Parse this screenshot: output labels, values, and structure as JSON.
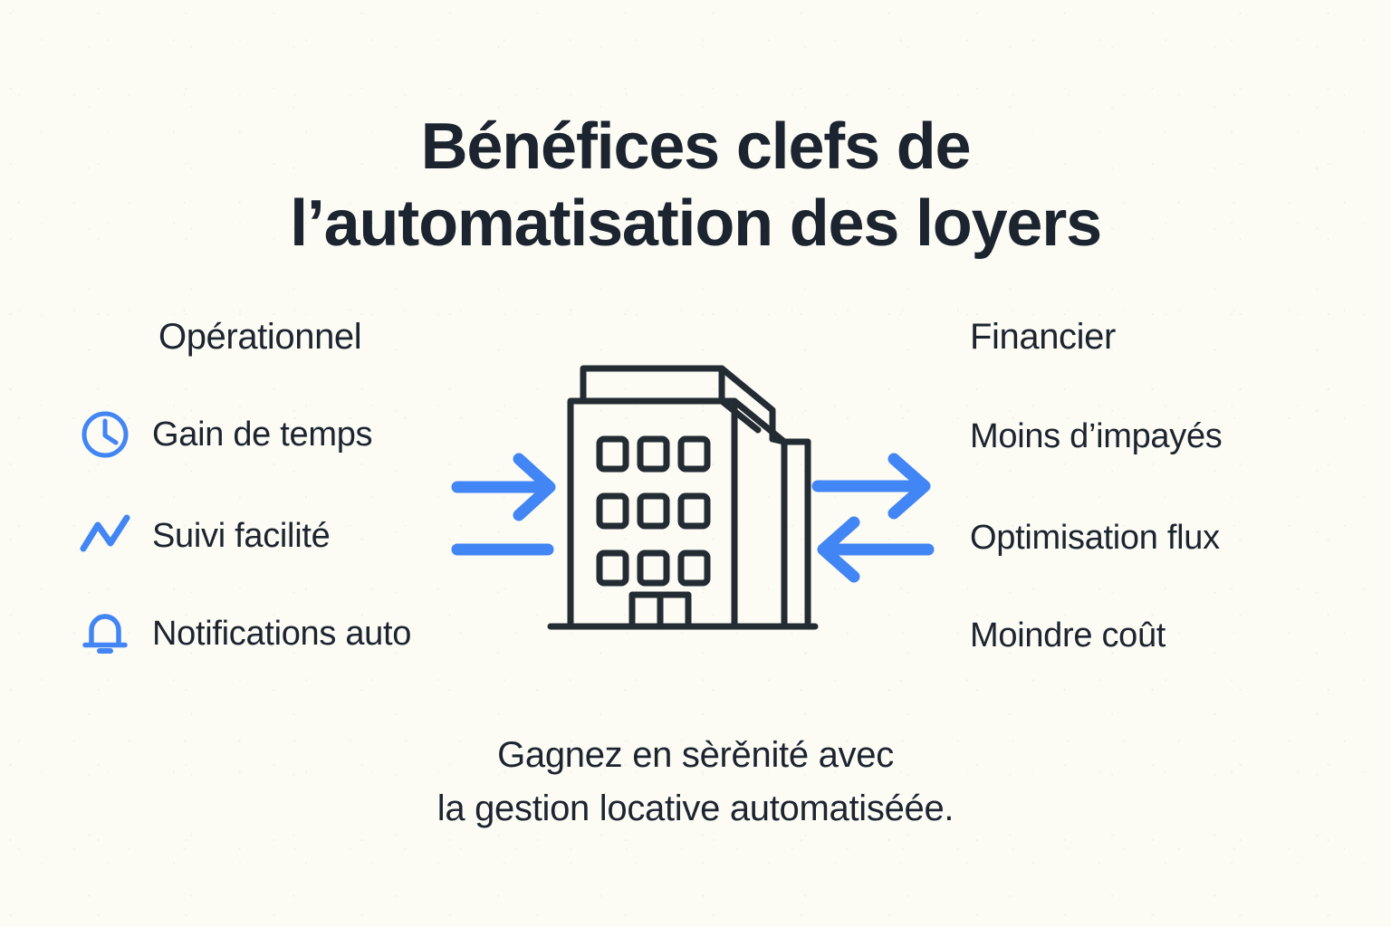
{
  "page": {
    "background_color": "#FCFBF4",
    "text_color": "#1C2430",
    "accent_color": "#4285F4",
    "line_color": "#232B33"
  },
  "title": {
    "line1": "Bénéfices clefs de",
    "line2": "l’automatisation des loyers"
  },
  "columns": {
    "left": {
      "heading": "Opérationnel",
      "items": [
        {
          "label": "Gain de temps",
          "icon": "clock-icon"
        },
        {
          "label": "Suivi facilité",
          "icon": "trend-line-icon"
        },
        {
          "label": "Notifications auto",
          "icon": "bell-icon"
        }
      ]
    },
    "right": {
      "heading": "Financier",
      "items": [
        {
          "label": "Moins d’impayés"
        },
        {
          "label": "Optimisation flux"
        },
        {
          "label": "Moindre coût"
        }
      ]
    }
  },
  "center": {
    "illustration": "apartment-building-icon",
    "arrows_left": [
      {
        "name": "arrow-right-to-building",
        "direction": "right"
      },
      {
        "name": "arrow-line-no-head",
        "direction": "none"
      }
    ],
    "arrows_right": [
      {
        "name": "arrow-right-from-building",
        "direction": "right"
      },
      {
        "name": "arrow-left-to-building",
        "direction": "left"
      }
    ]
  },
  "caption": {
    "line1": "Gagnez en sèrěnité avec",
    "line2": "la gestion locative automatiséée."
  }
}
